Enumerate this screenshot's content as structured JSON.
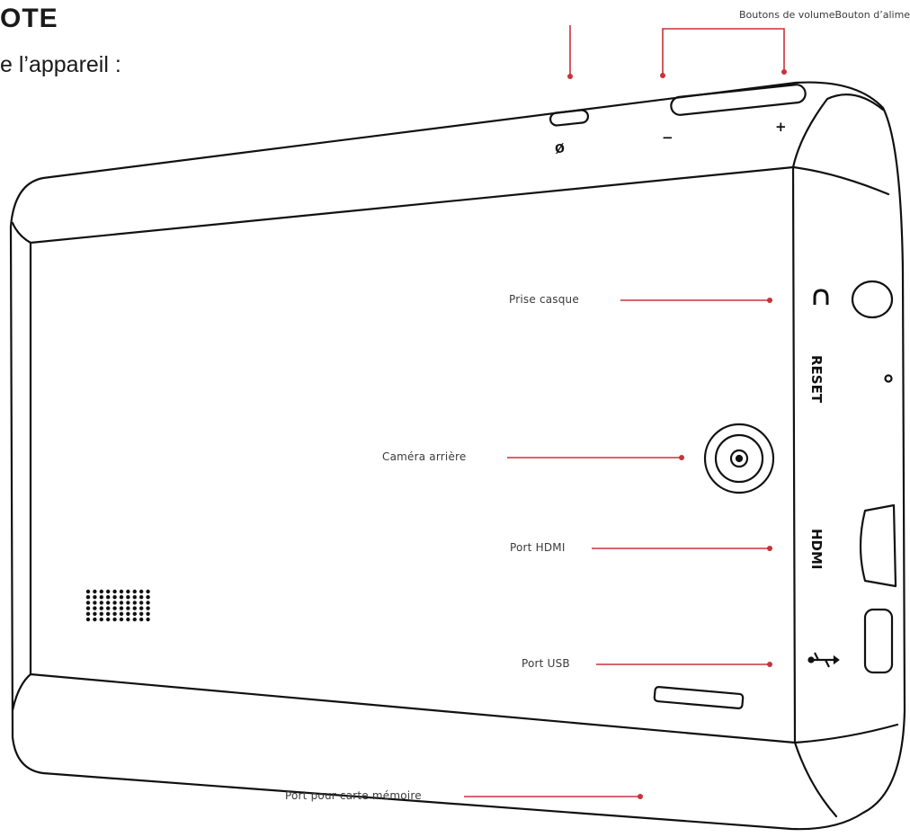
{
  "page": {
    "heading": "OTE",
    "subheading": "e l’appareil :"
  },
  "labels": {
    "volume_buttons": "Boutons de volume",
    "power_button": "Bouton d’alimentation",
    "headphone_jack": "Prise casque",
    "rear_camera": "Caméra arrière",
    "hdmi_port": "Port HDMI",
    "usb_port": "Port USB",
    "memory_card_port": "Port pour carte mémoire"
  },
  "device_markings": {
    "reset": "RESET",
    "hdmi": "HDMI",
    "minus": "−",
    "plus": "+"
  },
  "colors": {
    "accent_red": "#c8323a",
    "outline": "#111111"
  }
}
